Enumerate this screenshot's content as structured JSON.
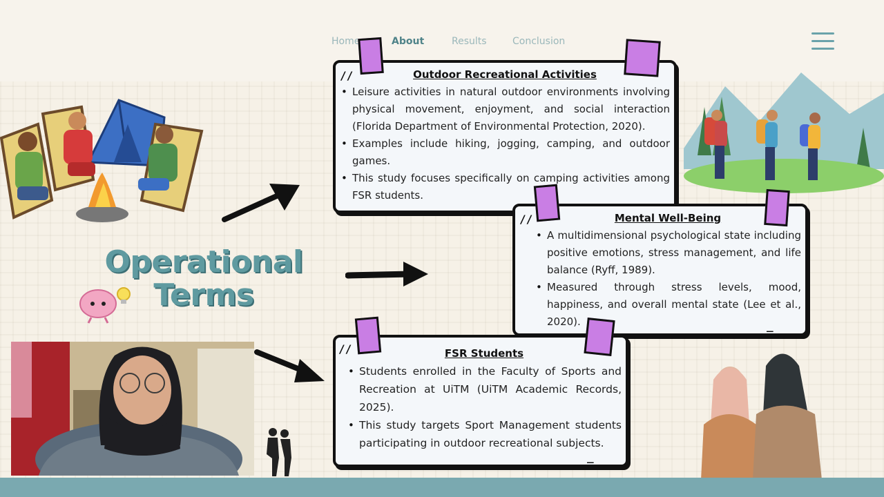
{
  "nav": {
    "items": [
      {
        "label": "Home",
        "active": false
      },
      {
        "label": "About",
        "active": true
      },
      {
        "label": "Results",
        "active": false
      },
      {
        "label": "Conclusion",
        "active": false
      }
    ],
    "menu_icon": "hamburger-menu-icon"
  },
  "title": {
    "line1": "Operational",
    "line2": "Terms"
  },
  "cards": {
    "outdoor": {
      "title": "Outdoor Recreational Activities",
      "bullets": [
        "Leisure activities in natural outdoor environments involving physical movement, enjoyment, and social interaction (Florida Department of Environmental Protection, 2020).",
        "Examples include hiking, jogging, camping, and outdoor games.",
        "This study focuses specifically on camping activities among FSR students."
      ]
    },
    "mental": {
      "title": "Mental Well-Being",
      "bullets": [
        "A multidimensional psychological state including positive emotions, stress management, and life balance (Ryff, 1989).",
        "Measured through stress levels, mood, happiness, and overall mental state (Lee et al., 2020)."
      ]
    },
    "fsr": {
      "title": "FSR Students",
      "bullets": [
        "Students enrolled in the Faculty of Sports and Recreation at UiTM (UiTM Academic Records, 2025).",
        "This study targets Sport Management students participating in outdoor recreational subjects."
      ]
    }
  },
  "colors": {
    "accent_teal": "#5f9aa0",
    "tape_purple": "#c97ee4",
    "bottom_bar": "#7aa9b0",
    "card_bg": "#f4f7fa"
  }
}
